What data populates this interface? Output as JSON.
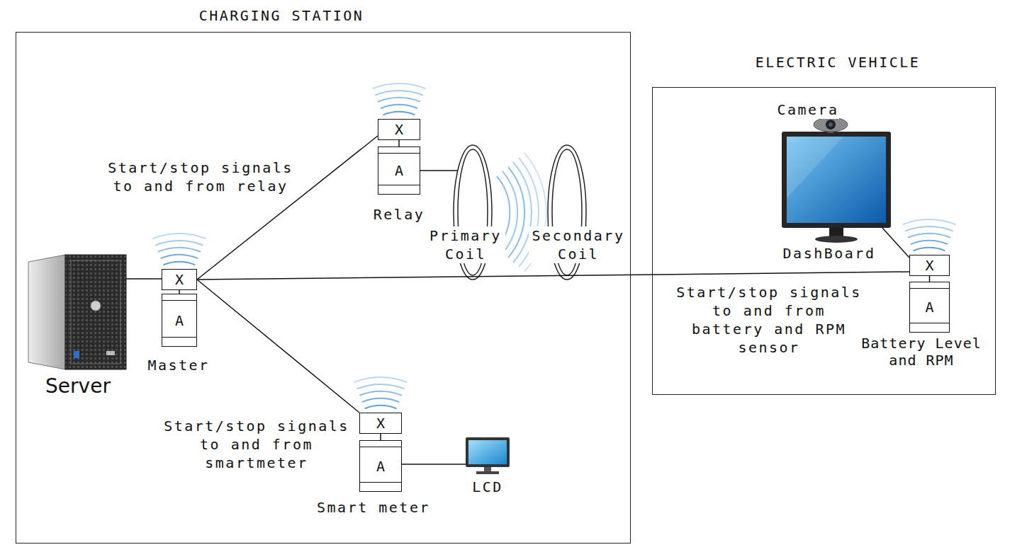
{
  "diagram": {
    "nodes": [
      {
        "text": [
          "CHARGING STATION"
        ]
      },
      {
        "text": [
          "X"
        ],
        "in": 0
      },
      {
        "text": [
          "A"
        ],
        "in": 0
      },
      {
        "text": [
          "X"
        ],
        "in": 0
      },
      {
        "text": [
          "A"
        ],
        "in": 0
      },
      {
        "text": [
          "X"
        ],
        "in": 0
      },
      {
        "text": [
          "A"
        ],
        "in": 0
      },
      {
        "text": [
          "ELECTRIC VEHICLE"
        ]
      },
      {
        "text": [
          "X"
        ],
        "in": 7
      },
      {
        "text": [
          "A"
        ],
        "in": 7
      }
    ],
    "edges": [
      {
        "from": 1,
        "to": 3,
        "arrow": "none",
        "label": "Start/stop signals to and from relay"
      },
      {
        "from": 1,
        "to": 8,
        "arrow": "none",
        "label": "Start/stop signals to and from battery and RPM sensor"
      },
      {
        "from": 1,
        "to": 5,
        "arrow": "none",
        "label": "Start/stop signals to and from smartmeter"
      },
      {
        "from": 1,
        "to": 2,
        "arrow": "none"
      },
      {
        "from": 3,
        "to": 4,
        "arrow": "none"
      },
      {
        "from": 5,
        "to": 6,
        "arrow": "none"
      },
      {
        "from": 8,
        "to": 9,
        "arrow": "none"
      }
    ],
    "labels": [
      "Server",
      "Master",
      "Relay",
      "Primary Coil",
      "Secondary Coil",
      "Smart meter",
      "LCD",
      "Camera",
      "DashBoard",
      "Battery Level and RPM"
    ]
  }
}
